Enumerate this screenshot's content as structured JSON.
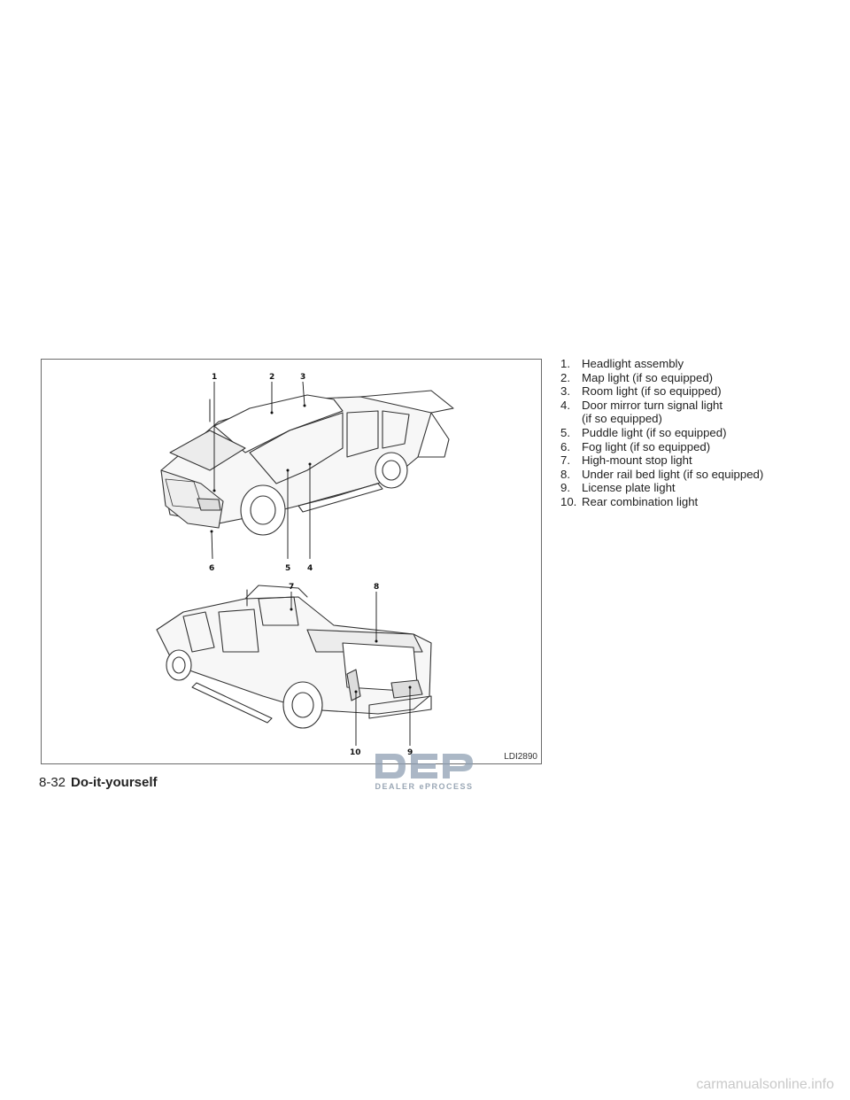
{
  "figure": {
    "code": "LDI2890",
    "callouts_top": [
      "1",
      "2",
      "3",
      "4",
      "5",
      "6"
    ],
    "callouts_bottom": [
      "7",
      "8",
      "9",
      "10"
    ]
  },
  "legend": {
    "items": [
      {
        "num": "1.",
        "text": "Headlight assembly"
      },
      {
        "num": "2.",
        "text": "Map light (if so equipped)"
      },
      {
        "num": "3.",
        "text": "Room light (if so equipped)"
      },
      {
        "num": "4.",
        "text": "Door mirror turn signal light"
      },
      {
        "num": "",
        "text": "(if so equipped)"
      },
      {
        "num": "5.",
        "text": "Puddle light (if so equipped)"
      },
      {
        "num": "6.",
        "text": "Fog light (if so equipped)"
      },
      {
        "num": "7.",
        "text": "High-mount stop light"
      },
      {
        "num": "8.",
        "text": "Under rail bed light (if so equipped)"
      },
      {
        "num": "9.",
        "text": "License plate light"
      },
      {
        "num": "10.",
        "text": "Rear combination light"
      }
    ]
  },
  "footer": {
    "page": "8-32",
    "section": "Do-it-yourself"
  },
  "watermark": {
    "logo": "DEP",
    "text": "DEALER ePROCESS"
  },
  "site": "carmanualsonline.info"
}
